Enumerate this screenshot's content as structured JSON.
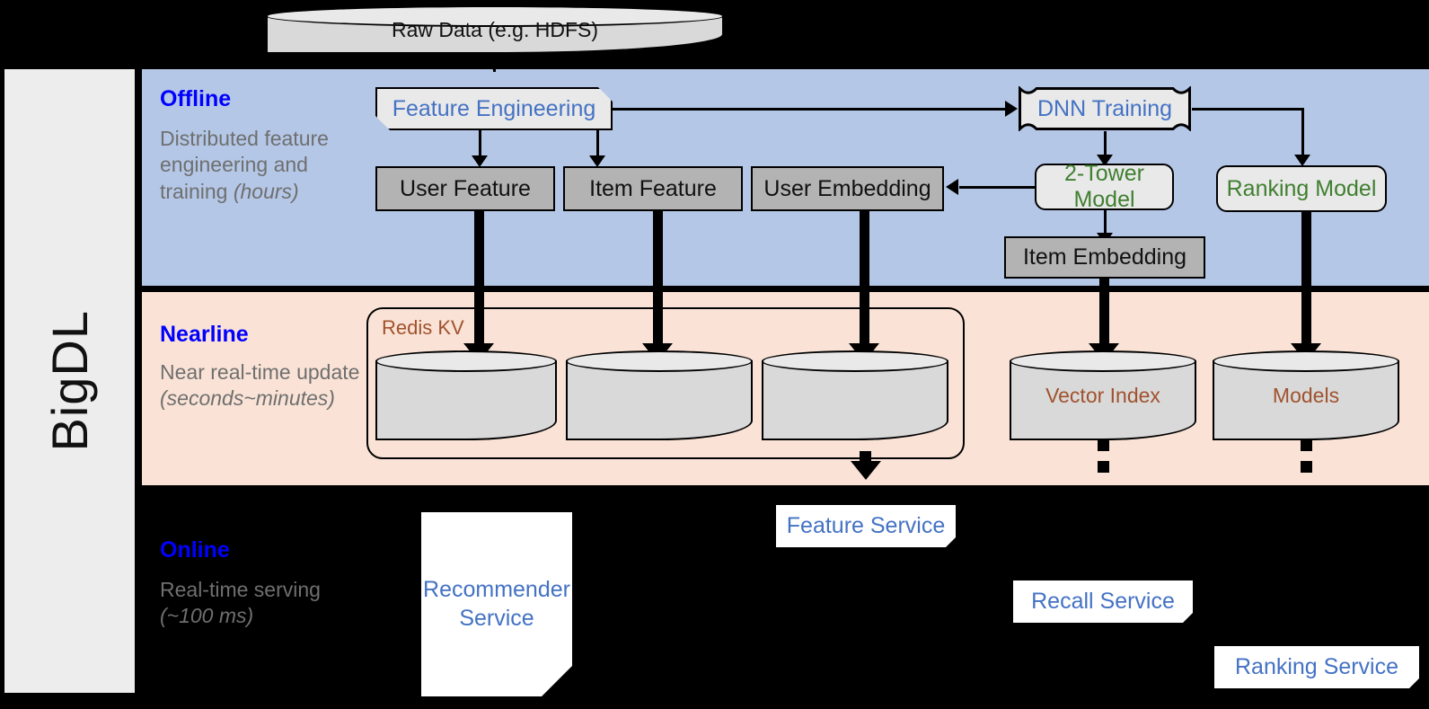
{
  "sidebar": {
    "label": "BigDL"
  },
  "colors": {
    "offline_band": "#b4c7e7",
    "nearline_band": "#fae3d6",
    "online_band": "#000000",
    "sidebar": "#ededed",
    "stage_title": "#0000ff",
    "stage_desc": "#6f6f6f",
    "blue_text": "#4472c4",
    "green_text": "#3f7f2f",
    "brown_text": "#a0522d",
    "gray_block": "#b3b3b3",
    "light_block": "#e9e9e9"
  },
  "source": {
    "label": "Raw Data (e.g. HDFS)"
  },
  "stages": [
    {
      "name": "Offline",
      "title": "Offline",
      "desc_plain": "Distributed feature engineering and training ",
      "desc_italic": "(hours)"
    },
    {
      "name": "Nearline",
      "title": "Nearline",
      "desc_plain": "Near real-time update ",
      "desc_italic": "(seconds~minutes)"
    },
    {
      "name": "Online",
      "title": "Online",
      "desc_plain": "Real-time serving ",
      "desc_italic": "(~100 ms)"
    }
  ],
  "offline": {
    "feature_engineering": "Feature Engineering",
    "dnn_training": "DNN Training",
    "user_feature": "User Feature",
    "item_feature": "Item Feature",
    "user_embedding": "User Embedding",
    "two_tower_model": "2-Tower Model",
    "ranking_model": "Ranking Model",
    "item_embedding": "Item Embedding"
  },
  "nearline": {
    "redis_kv": "Redis KV",
    "store_1": "",
    "store_2": "",
    "store_3": "",
    "vector_index": "Vector Index",
    "models": "Models"
  },
  "online": {
    "recommender_service": "Recommender Service",
    "feature_service": "Feature Service",
    "recall_service": "Recall Service",
    "ranking_service": "Ranking Service"
  }
}
